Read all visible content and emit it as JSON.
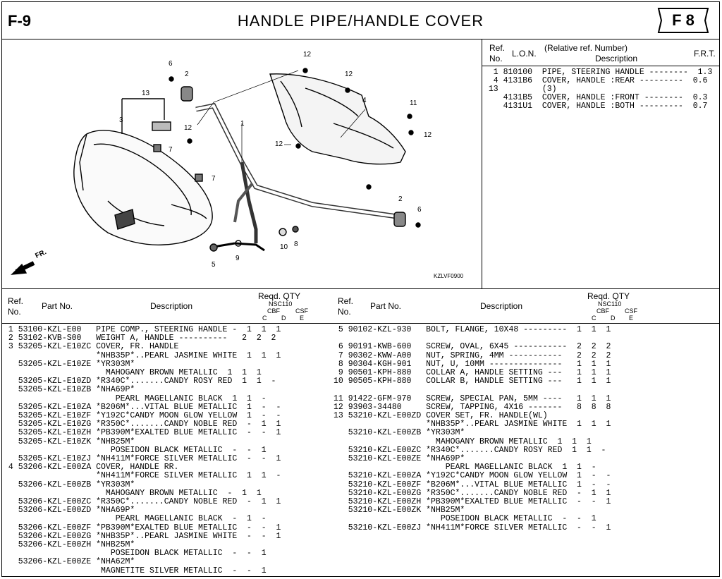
{
  "header": {
    "section": "F-9",
    "title": "HANDLE PIPE/HANDLE COVER",
    "badge": "F 8"
  },
  "diagram": {
    "figure_code": "KZLVF0900",
    "direction_label": "FR.",
    "callouts": [
      "6",
      "2",
      "13",
      "3",
      "7",
      "12",
      "1",
      "7",
      "12",
      "12",
      "4",
      "11",
      "12",
      "12",
      "5",
      "9",
      "10",
      "8",
      "2",
      "6"
    ]
  },
  "ref_table": {
    "headers": {
      "ref": "Ref.",
      "no": "No.",
      "lon": "L.O.N.",
      "rel": "(Relative ref. Number)",
      "desc": "Description",
      "frt": "F.R.T."
    },
    "rows": [
      "  1 810100  PIPE, STEERING HANDLE --------  1.3",
      "  4 4131B6  COVER, HANDLE :REAR ---------  0.6",
      " 13         (3)",
      "    4131B5  COVER, HANDLE :FRONT --------  0.3",
      "    4131U1  COVER, HANDLE :BOTH ---------  0.7"
    ]
  },
  "parts_headers": {
    "ref": "Ref.",
    "no": "No.",
    "part_no": "Part No.",
    "description": "Description",
    "reqd": "Reqd. QTY",
    "model": "NSC110",
    "cbf": "CBF",
    "csf": "CSF",
    "c": "C",
    "d": "D",
    "e": "E"
  },
  "parts_left": [
    " 1 53100-KZL-E00   PIPE COMP., STEERING HANDLE -  1  1  1",
    " 2 53102-KVB-S00   WEIGHT A, HANDLE ----------   2  2  2",
    " 3 53205-KZL-E10ZC COVER, FR. HANDLE",
    "                   *NHB35P*..PEARL JASMINE WHITE  1  1  1",
    "   53205-KZL-E10ZE *YR303M*",
    "                     MAHOGANY BROWN METALLIC  1  1  1",
    "   53205-KZL-E10ZD *R340C*.......CANDY ROSY RED  1  1  -",
    "   53205-KZL-E10ZB *NHA69P*",
    "                       PEARL MAGELLANIC BLACK  1  1  -",
    "   53205-KZL-E10ZA *B206M*...VITAL BLUE METALLIC  1  -  -",
    "   53205-KZL-E10ZF *Y192C*CANDY MOON GLOW YELLOW  1  -  -",
    "   53205-KZL-E10ZG *R350C*.......CANDY NOBLE RED  -  1  1",
    "   53205-KZL-E10ZH *PB390M*EXALTED BLUE METALLIC  -  -  1",
    "   53205-KZL-E10ZK *NHB25M*",
    "                      POSEIDON BLACK METALLIC  -  -  1",
    "   53205-KZL-E10ZJ *NH411M*FORCE SILVER METALLIC  -  -  1",
    " 4 53206-KZL-E00ZA COVER, HANDLE RR.",
    "                   *NH411M*FORCE SILVER METALLIC  1  1  -",
    "   53206-KZL-E00ZB *YR303M*",
    "                     MAHOGANY BROWN METALLIC  -  1  1",
    "   53206-KZL-E00ZC *R350C*.......CANDY NOBLE RED  -  1  1",
    "   53206-KZL-E00ZD *NHA69P*",
    "                       PEARL MAGELLANIC BLACK  -  1  -",
    "   53206-KZL-E00ZF *PB390M*EXALTED BLUE METALLIC  -  -  1",
    "   53206-KZL-E00ZG *NHB35P*..PEARL JASMINE WHITE  -  -  1",
    "   53206-KZL-E00ZH *NHB25M*",
    "                      POSEIDON BLACK METALLIC  -  -  1",
    "   53206-KZL-E00ZE *NHA62M*",
    "                    MAGNETITE SILVER METALLIC  -  -  1"
  ],
  "parts_right": [
    " 5 90102-KZL-930   BOLT, FLANGE, 10X48 ---------  1  1  1",
    "",
    " 6 90191-KWB-600   SCREW, OVAL, 6X45 -----------  2  2  2",
    " 7 90302-KWW-A00   NUT, SPRING, 4MM -----------   2  2  2",
    " 8 90304-KGH-901   NUT, U, 10MM ---------------   1  1  1",
    " 9 90501-KPH-880   COLLAR A, HANDLE SETTING ---   1  1  1",
    "10 90505-KPH-880   COLLAR B, HANDLE SETTING ---   1  1  1",
    "",
    "11 91422-GFM-970   SCREW, SPECIAL PAN, 5MM ----   1  1  1",
    "12 93903-34480     SCREW, TAPPING, 4X16 -------   8  8  8",
    "13 53210-KZL-E00ZD COVER SET, FR. HANDLE(WL)",
    "                   *NHB35P*..PEARL JASMINE WHITE  1  1  1",
    "   53210-KZL-E00ZB *YR303M*",
    "                     MAHOGANY BROWN METALLIC  1  1  1",
    "   53210-KZL-E00ZC *R340C*.......CANDY ROSY RED  1  1  -",
    "   53210-KZL-E00ZE *NHA69P*",
    "                       PEARL MAGELLANIC BLACK  1  1  -",
    "   53210-KZL-E00ZA *Y192C*CANDY MOON GLOW YELLOW  1  -  -",
    "   53210-KZL-E00ZF *B206M*...VITAL BLUE METALLIC  1  -  -",
    "   53210-KZL-E00ZG *R350C*.......CANDY NOBLE RED  -  1  1",
    "   53210-KZL-E00ZH *PB390M*EXALTED BLUE METALLIC  -  -  1",
    "   53210-KZL-E00ZK *NHB25M*",
    "                      POSEIDON BLACK METALLIC  -  -  1",
    "   53210-KZL-E00ZJ *NH411M*FORCE SILVER METALLIC  -  -  1"
  ]
}
